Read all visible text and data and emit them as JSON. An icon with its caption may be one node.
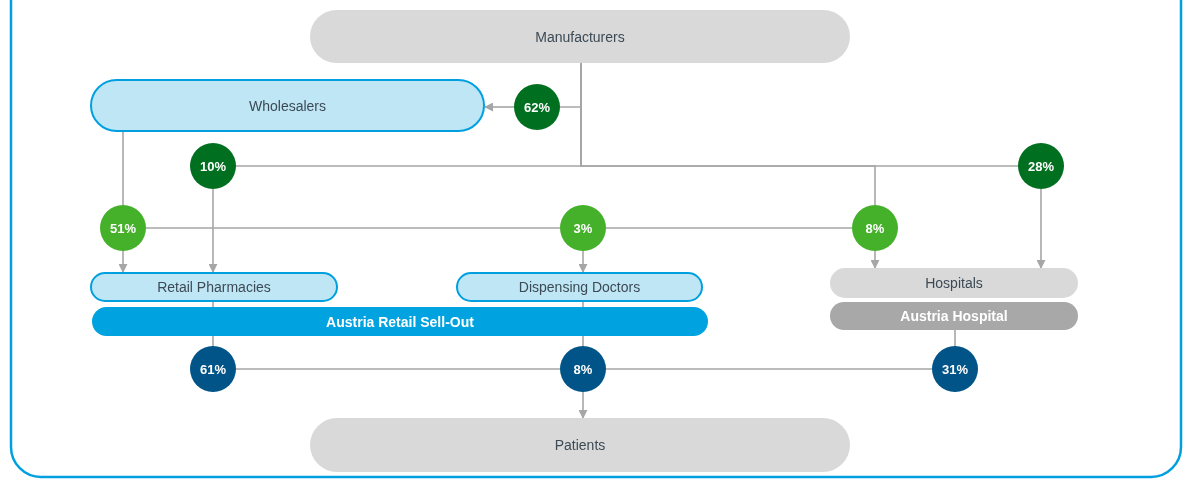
{
  "diagram": {
    "nodes": [
      {
        "text": [
          "Manufacturers"
        ]
      },
      {
        "text": [
          "Wholesalers"
        ]
      },
      {
        "text": [
          "62%"
        ]
      },
      {
        "text": [
          "10%"
        ]
      },
      {
        "text": [
          "28%"
        ]
      },
      {
        "text": [
          "51%"
        ]
      },
      {
        "text": [
          "3%"
        ]
      },
      {
        "text": [
          "8%"
        ]
      },
      {
        "text": [
          "Retail Pharmacies"
        ]
      },
      {
        "text": [
          "Dispensing Doctors"
        ]
      },
      {
        "text": [
          "Hospitals"
        ]
      },
      {
        "text": [
          "Austria Retail Sell-Out"
        ]
      },
      {
        "text": [
          "Austria Hospital"
        ]
      },
      {
        "text": [
          "61%"
        ]
      },
      {
        "text": [
          "8%"
        ]
      },
      {
        "text": [
          "31%"
        ]
      },
      {
        "text": [
          "Patients"
        ]
      }
    ],
    "edges": [
      {
        "from": 0,
        "to": 2,
        "arrow": "none"
      },
      {
        "from": 2,
        "to": 1,
        "arrow": "to"
      },
      {
        "from": 0,
        "to": 3,
        "arrow": "none"
      },
      {
        "from": 0,
        "to": 4,
        "arrow": "none"
      },
      {
        "from": 0,
        "to": 7,
        "arrow": "none"
      },
      {
        "from": 3,
        "to": 8,
        "arrow": "to"
      },
      {
        "from": 4,
        "to": 10,
        "arrow": "to"
      },
      {
        "from": 1,
        "to": 5,
        "arrow": "none"
      },
      {
        "from": 5,
        "to": 8,
        "arrow": "to"
      },
      {
        "from": 5,
        "to": 6,
        "arrow": "none"
      },
      {
        "from": 6,
        "to": 7,
        "arrow": "none"
      },
      {
        "from": 6,
        "to": 9,
        "arrow": "to"
      },
      {
        "from": 7,
        "to": 10,
        "arrow": "to"
      },
      {
        "from": 8,
        "to": 11,
        "arrow": "none"
      },
      {
        "from": 9,
        "to": 11,
        "arrow": "none"
      },
      {
        "from": 12,
        "to": 15,
        "arrow": "none"
      },
      {
        "from": 13,
        "to": 14,
        "arrow": "none"
      },
      {
        "from": 15,
        "to": 14,
        "arrow": "none"
      },
      {
        "from": 14,
        "to": 16,
        "arrow": "to"
      },
      {
        "from": 11,
        "to": 13,
        "arrow": "none"
      },
      {
        "from": 11,
        "to": 14,
        "arrow": "none"
      }
    ]
  }
}
